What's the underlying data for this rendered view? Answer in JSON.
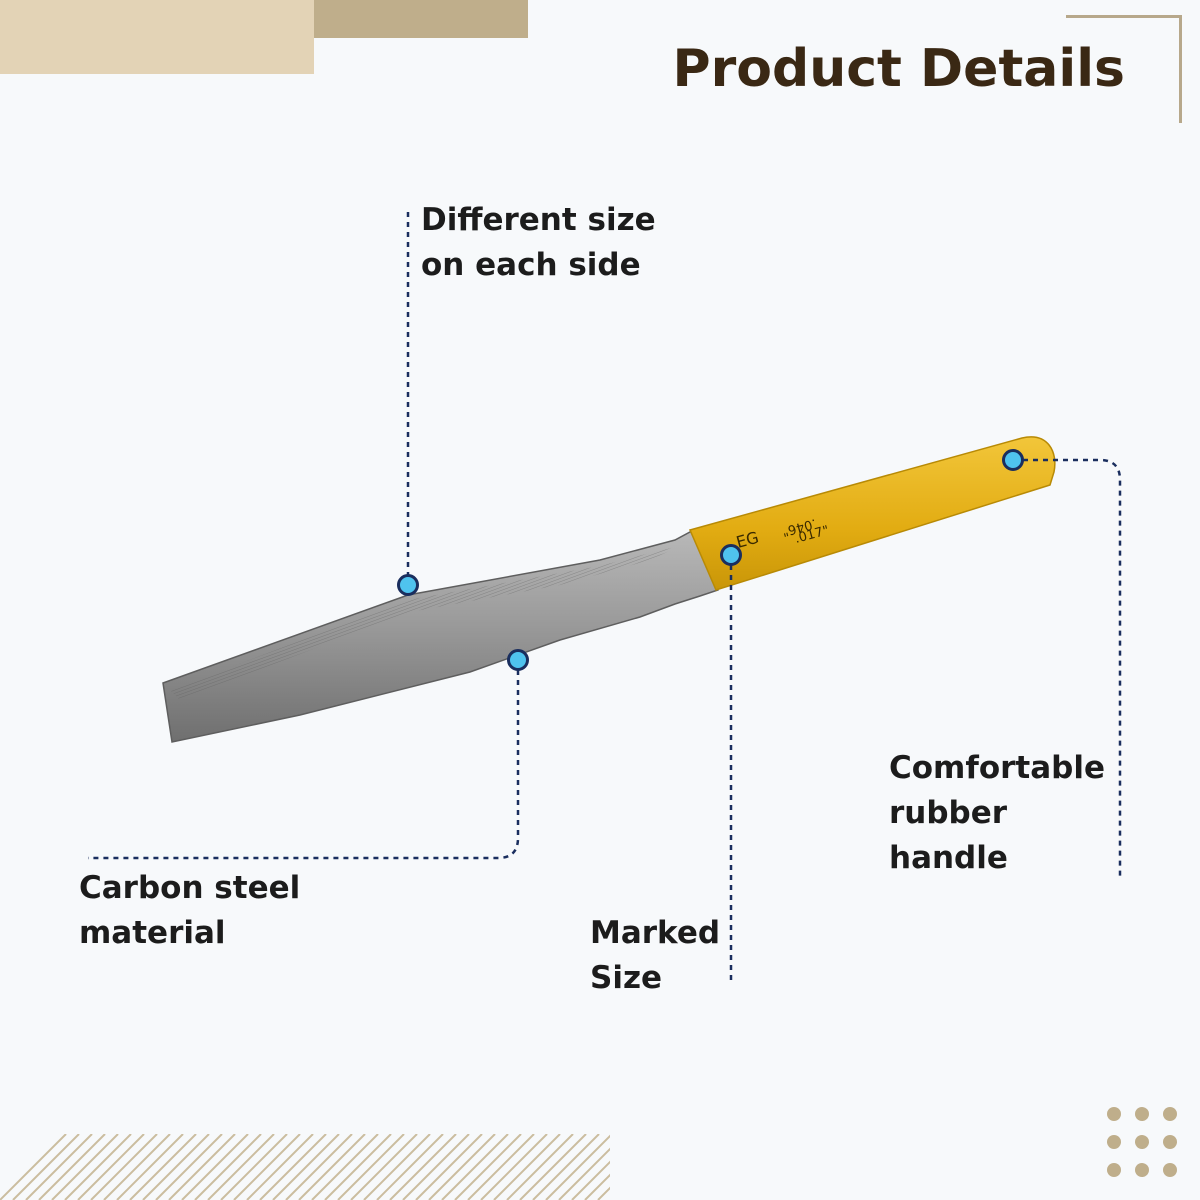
{
  "header": {
    "title": "Product Details"
  },
  "callouts": {
    "different_size": "Different size\non each side",
    "carbon_steel": "Carbon steel\nmaterial",
    "marked_size": "Marked\nSize",
    "handle": "Comfortable\nrubber\nhandle"
  },
  "product": {
    "handle_mark": "EG",
    "size_top": ".046\"",
    "size_bottom": ".017\""
  },
  "colors": {
    "background": "#f7f9fb",
    "title": "#3a2814",
    "accent_tan": "#bfae8b",
    "accent_sand": "#e3d3b6",
    "leader_line": "#1a2e5e",
    "marker_fill": "#4fc3ee",
    "handle_yellow": "#e8b41c",
    "blade_steel": "#8e8e8e"
  }
}
